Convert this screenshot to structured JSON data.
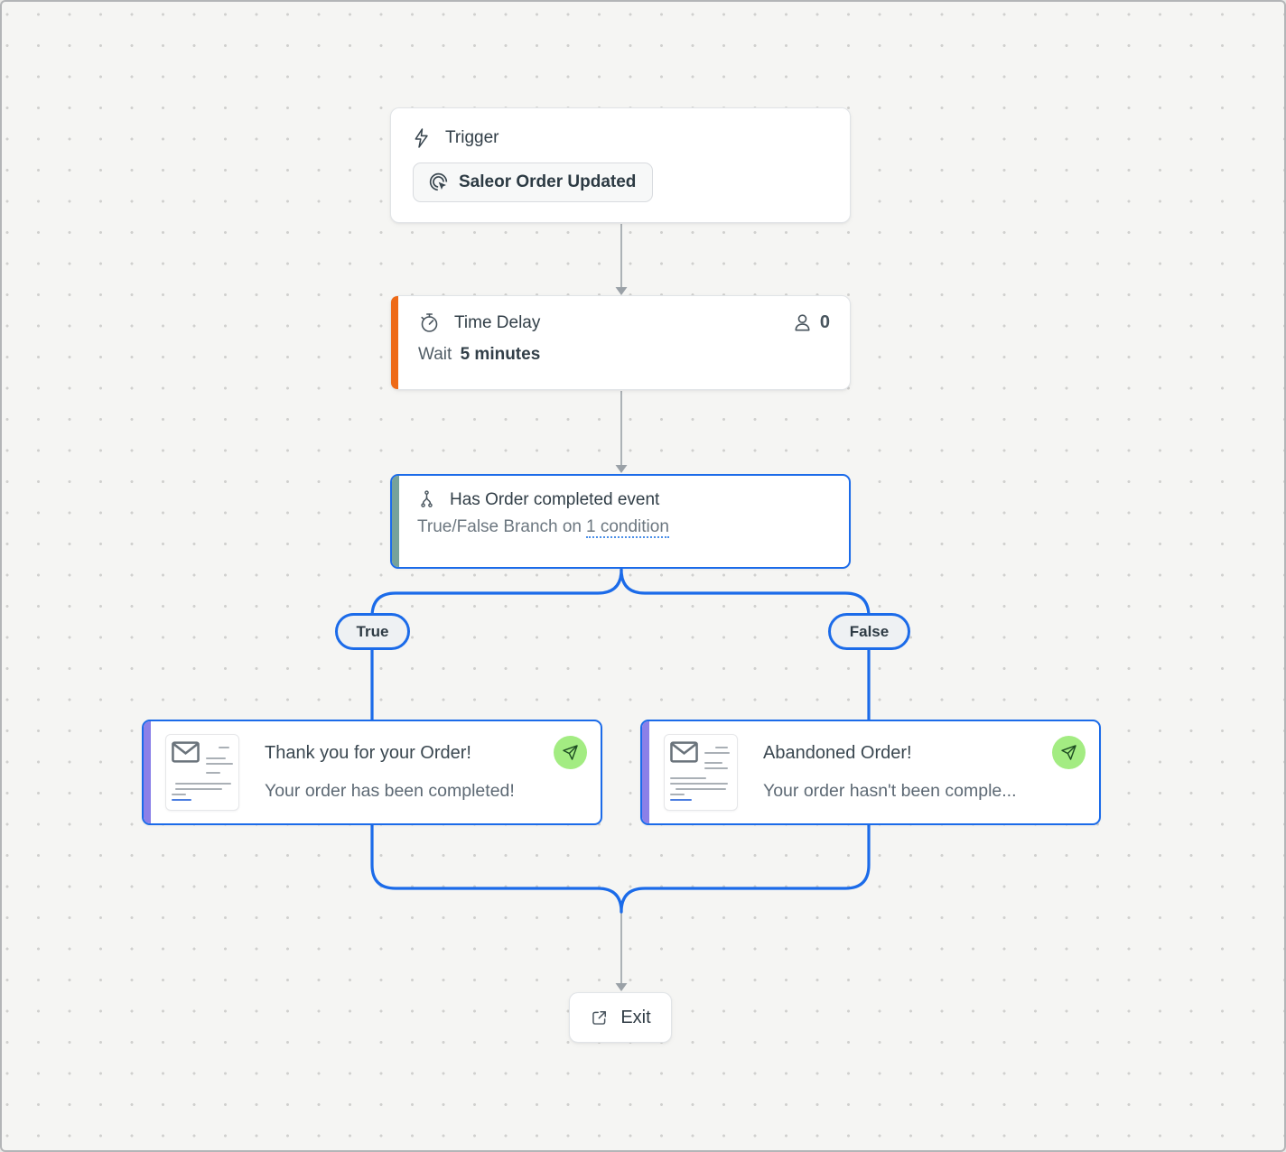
{
  "workflow": {
    "trigger": {
      "label": "Trigger",
      "event_button": "Saleor Order Updated"
    },
    "time_delay": {
      "title": "Time Delay",
      "contact_count": "0",
      "description_prefix": "Wait",
      "description_value": "5 minutes"
    },
    "condition": {
      "title": "Has Order completed event",
      "description_prefix": "True/False Branch on",
      "condition_link": "1 condition"
    },
    "branches": {
      "true_label": "True",
      "false_label": "False"
    },
    "email_true": {
      "title": "Thank you for your Order!",
      "subtitle": "Your order has been completed!"
    },
    "email_false": {
      "title": "Abandoned Order!",
      "subtitle": "Your order hasn't been comple..."
    },
    "exit": {
      "label": "Exit"
    },
    "icons": {
      "trigger": "lightning-icon",
      "trigger_event": "cursor-click-icon",
      "time_delay": "stopwatch-icon",
      "contacts": "person-icon",
      "condition": "branch-split-icon",
      "email_thumbnail": "envelope-icon",
      "email_status": "paper-plane-icon",
      "exit": "external-link-icon"
    },
    "colors": {
      "connector_blue": "#1b6be9",
      "connector_gray": "#9aa1a7",
      "delay_accent": "#ee6a17",
      "condition_accent": "#76a29a",
      "email_accent": "#8b80e8",
      "sent_badge_bg": "#a3ec82",
      "canvas_bg": "#f5f5f3"
    }
  }
}
